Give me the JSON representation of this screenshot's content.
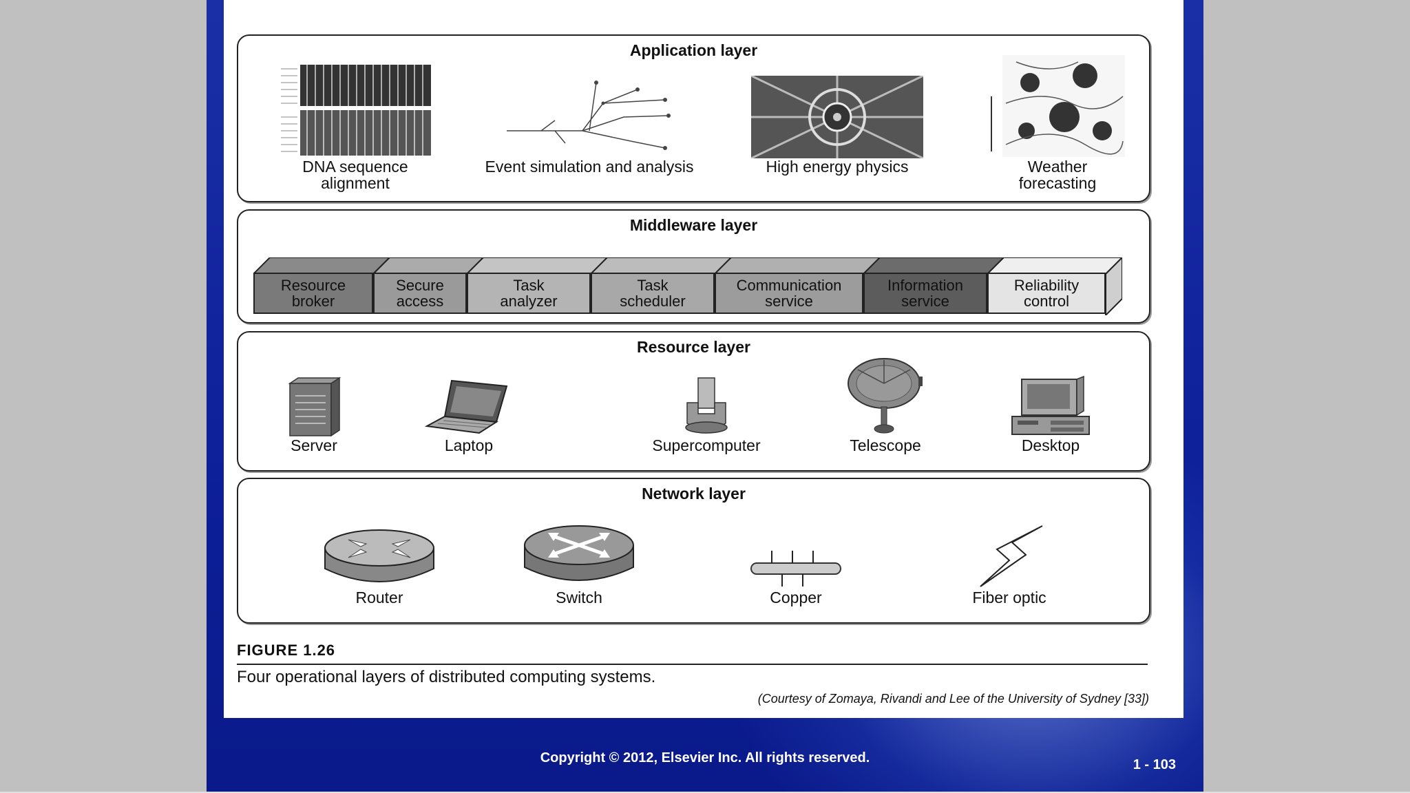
{
  "figure": {
    "application_layer": {
      "title": "Application layer",
      "items": [
        {
          "label_line1": "DNA sequence",
          "label_line2": "alignment",
          "icon": "dna-icon"
        },
        {
          "label_line1": "Event simulation and analysis",
          "label_line2": "",
          "icon": "event-tree-icon"
        },
        {
          "label_line1": "High energy physics",
          "label_line2": "",
          "icon": "particle-detector-icon"
        },
        {
          "label_line1": "Weather",
          "label_line2": "forecasting",
          "icon": "weather-map-icon"
        }
      ]
    },
    "middleware_layer": {
      "title": "Middleware layer",
      "boxes": [
        {
          "line1": "Resource",
          "line2": "broker",
          "color": "#7a7a7a"
        },
        {
          "line1": "Secure",
          "line2": "access",
          "color": "#9a9a9a"
        },
        {
          "line1": "Task",
          "line2": "analyzer",
          "color": "#b4b4b4"
        },
        {
          "line1": "Task",
          "line2": "scheduler",
          "color": "#a8a8a8"
        },
        {
          "line1": "Communication",
          "line2": "service",
          "color": "#9c9c9c"
        },
        {
          "line1": "Information",
          "line2": "service",
          "color": "#5c5c5c"
        },
        {
          "line1": "Reliability",
          "line2": "control",
          "color": "#e4e4e4"
        }
      ]
    },
    "resource_layer": {
      "title": "Resource layer",
      "items": [
        {
          "label": "Server",
          "icon": "server-icon"
        },
        {
          "label": "Laptop",
          "icon": "laptop-icon"
        },
        {
          "label": "Supercomputer",
          "icon": "supercomputer-icon"
        },
        {
          "label": "Telescope",
          "icon": "telescope-icon"
        },
        {
          "label": "Desktop",
          "icon": "desktop-icon"
        }
      ]
    },
    "network_layer": {
      "title": "Network layer",
      "items": [
        {
          "label": "Router",
          "icon": "router-icon"
        },
        {
          "label": "Switch",
          "icon": "switch-icon"
        },
        {
          "label": "Copper",
          "icon": "copper-cable-icon"
        },
        {
          "label": "Fiber optic",
          "icon": "fiber-optic-icon"
        }
      ]
    },
    "caption": {
      "title": "FIGURE 1.26",
      "text": "Four operational layers of distributed computing systems.",
      "credit": "(Courtesy of Zomaya, Rivandi and Lee of the University of Sydney [33])"
    }
  },
  "footer": {
    "copyright": "Copyright © 2012, Elsevier Inc. All rights reserved.",
    "page": "1 - 103"
  },
  "colors": {
    "slide_blue": "#1a2fa6",
    "background_gray": "#c0c0c0"
  }
}
